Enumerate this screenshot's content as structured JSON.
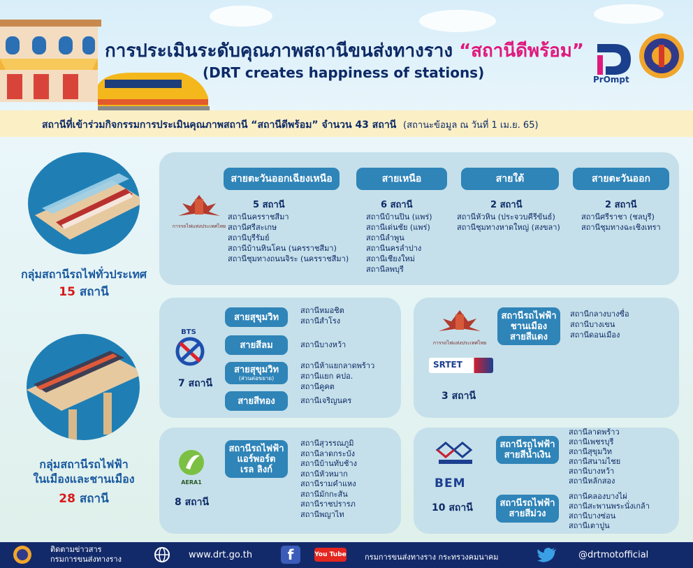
{
  "header": {
    "title_main": "การประเมินระดับคุณภาพสถานีขนส่งทางราง ",
    "title_highlight": "“สถานีดีพร้อม”",
    "title_en": "(DRT creates happiness of stations)",
    "logo_prompt_text": "PrOmpt"
  },
  "subheader": {
    "text": "สถานีที่เข้าร่วมกิจกรรมการประเมินคุณภาพสถานี “สถานีดีพร้อม”  จำนวน 43 สถานี",
    "note": "(สถานะข้อมูล ณ วันที่ 1 เม.ย. 65)"
  },
  "group_national": {
    "title": "กลุ่มสถานีรถไฟทั่วประเทศ",
    "count_num": "15",
    "count_unit": " สถานี",
    "srt_caption": "การรถไฟแห่งประเทศไทย",
    "lines": [
      {
        "name": "สายตะวันออกเฉียงเหนือ",
        "count": "5 สถานี",
        "stations": [
          "สถานีนครราชสีมา",
          "สถานีศรีสะเกษ",
          "สถานีบุรีรัมย์",
          "สถานีบ้านหินโคน (นครราชสีมา)",
          "สถานีชุมทางถนนจิระ (นครราชสีมา)"
        ]
      },
      {
        "name": "สายเหนือ",
        "count": "6 สถานี",
        "stations": [
          "สถานีบ้านปิน (แพร่)",
          "สถานีเด่นชัย (แพร่)",
          "สถานีลำพูน",
          "สถานีนครลำปาง",
          "สถานีเชียงใหม่",
          "สถานีลพบุรี"
        ]
      },
      {
        "name": "สายใต้",
        "count": "2 สถานี",
        "stations": [
          "สถานีหัวหิน (ประจวบคีรีขันธ์)",
          "สถานีชุมทางหาดใหญ่ (สงขลา)"
        ]
      },
      {
        "name": "สายตะวันออก",
        "count": "2 สถานี",
        "stations": [
          "สถานีศรีราชา (ชลบุรี)",
          "สถานีชุมทางฉะเชิงเทรา"
        ]
      }
    ]
  },
  "group_urban": {
    "title_line1": "กลุ่มสถานีรถไฟฟ้า",
    "title_line2": "ในเมืองและชานเมือง",
    "count_num": "28",
    "count_unit": " สถานี"
  },
  "bts": {
    "logo_text": "BTS",
    "count": "7 สถานี",
    "lines": [
      {
        "name": "สายสุขุมวิท",
        "sub": "",
        "stations": [
          "สถานีหมอชิต",
          "สถานีสำโรง"
        ]
      },
      {
        "name": "สายสีลม",
        "sub": "",
        "stations": [
          "สถานีบางหว้า"
        ]
      },
      {
        "name": "สายสุขุมวิท",
        "sub": "(ส่วนต่อขยาย)",
        "stations": [
          "สถานีห้าแยกลาดพร้าว",
          "สถานีแยก คปอ.",
          "สถานีคูคต"
        ]
      },
      {
        "name": "สายสีทอง",
        "sub": "",
        "stations": [
          "สถานีเจริญนคร"
        ]
      }
    ]
  },
  "srtet": {
    "srt_caption": "การรถไฟแห่งประเทศไทย",
    "logo_text": "SRTET",
    "count": "3 สถานี",
    "line_name": "สถานีรถไฟฟ้าชานเมืองสายสีแดง",
    "line_l1": "สถานีรถไฟฟ้า",
    "line_l2": "ชานเมือง",
    "line_l3": "สายสีแดง",
    "stations": [
      "สถานีกลางบางซื่อ",
      "สถานีบางเขน",
      "สถานีดอนเมือง"
    ]
  },
  "arl": {
    "logo_text": "AERA1",
    "count": "8 สถานี",
    "line_l1": "สถานีรถไฟฟ้า",
    "line_l2": "แอร์พอร์ต",
    "line_l3": "เรล ลิงก์",
    "stations": [
      "สถานีสุวรรณภูมิ",
      "สถานีลาดกระบัง",
      "สถานีบ้านทับช้าง",
      "สถานีหัวหมาก",
      "สถานีรามคำแหง",
      "สถานีมักกะสัน",
      "สถานีราชปรารภ",
      "สถานีพญาไท"
    ]
  },
  "mrt": {
    "logo_text": "BEM",
    "count": "10 สถานี",
    "blue": {
      "l1": "สถานีรถไฟฟ้า",
      "l2": "สายสีน้ำเงิน",
      "stations": [
        "สถานีลาดพร้าว",
        "สถานีเพชรบุรี",
        "สถานีสุขุมวิท",
        "สถานีสนามไชย",
        "สถานีบางหว้า",
        "สถานีหลักสอง"
      ]
    },
    "purple": {
      "l1": "สถานีรถไฟฟ้า",
      "l2": "สายสีม่วง",
      "stations": [
        "สถานีคลองบางไผ่",
        "สถานีสะพานพระนั่งเกล้า",
        "สถานีบางซ่อน",
        "สถานีเตาปูน"
      ]
    }
  },
  "footer": {
    "follow_l1": "ติดตามข่าวสาร",
    "follow_l2": "กรมการขนส่งทางราง",
    "website": "www.drt.go.th",
    "youtube": "You Tube",
    "dept": "กรมการขนส่งทางราง กระทรวงคมนาคม",
    "twitter": "@drtmotofficial"
  },
  "colors": {
    "accent_pink": "#e0197d",
    "navy": "#0d2a66",
    "pill_blue": "#2f84b8",
    "count_red": "#d61a1a"
  }
}
